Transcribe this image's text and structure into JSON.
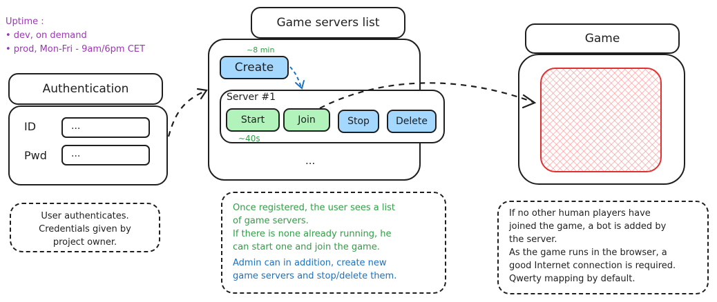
{
  "uptime": {
    "title": "Uptime :",
    "items": [
      "• dev, on demand",
      "• prod, Mon-Fri - 9am/6pm CET"
    ]
  },
  "auth": {
    "title": "Authentication",
    "id_label": "ID",
    "id_value": "...",
    "pwd_label": "Pwd",
    "pwd_value": "...",
    "note_lines": [
      "User authenticates.",
      "Credentials given by",
      "project owner."
    ]
  },
  "servers": {
    "title": "Game servers list",
    "create_time": "~8 min",
    "create_label": "Create",
    "server_name": "Server #1",
    "start_label": "Start",
    "join_label": "Join",
    "stop_label": "Stop",
    "delete_label": "Delete",
    "start_time": "~40s",
    "more": "...",
    "note_green_lines": [
      "Once registered, the user sees a list",
      "of game servers.",
      "If there is none already running, he",
      "can start one and join the game."
    ],
    "note_blue_lines": [
      "Admin can in addition, create new",
      "game servers and stop/delete them."
    ]
  },
  "game": {
    "title": "Game",
    "note_lines": [
      "If no other human players have",
      "joined the game, a bot is added by",
      "the server.",
      "As the game runs in the browser, a",
      "good Internet connection is required.",
      "Qwerty mapping by default."
    ]
  },
  "colors": {
    "stroke": "#1e1e1e",
    "button_blue": "#a5d8ff",
    "button_green": "#b2f2bb",
    "text_green": "#2f9e44",
    "text_blue": "#1971c2",
    "text_purple": "#9c36b5",
    "hatch_red": "#ff8787",
    "arrow_blue": "#1971c2"
  }
}
